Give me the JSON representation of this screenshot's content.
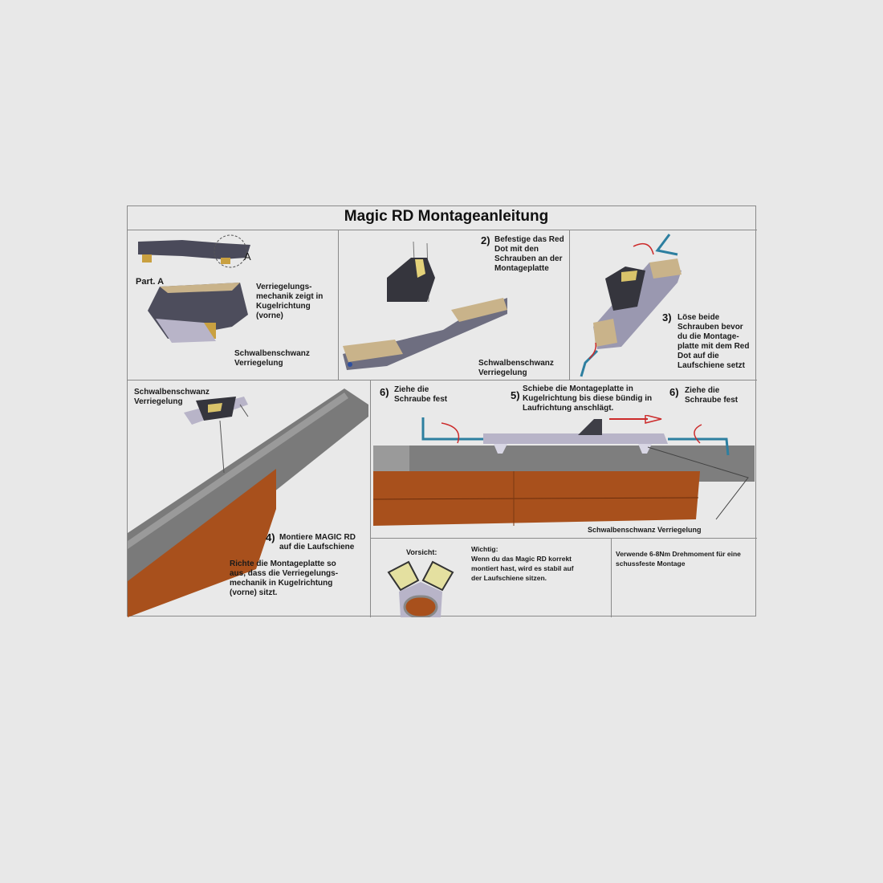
{
  "title": "Magic RD Montageanleitung",
  "panel_a": {
    "part_label": "Part. A",
    "detail_marker": "A",
    "note": "Verriegelungs-mechanik zeigt in Kugelrichtung (vorne)",
    "callout": "Schwalbenschwanz Verriegelung"
  },
  "step2": {
    "number": "2)",
    "text": "Befestige das Red Dot mit den Schrauben an der Montageplatte",
    "callout": "Schwalbenschwanz Verriegelung"
  },
  "step3": {
    "number": "3)",
    "text": "Löse beide Schrauben bevor du die Montage-platte mit dem Red Dot auf die Laufschiene setzt"
  },
  "step4": {
    "callout": "Schwalbenschwanz Verriegelung",
    "number": "4)",
    "heading": "Montiere MAGIC RD auf die Laufschiene",
    "text": "Richte die Montageplatte so aus, dass die Verriegelungs-mechanik in Kugelrichtung (vorne) sitzt."
  },
  "step5": {
    "number": "5)",
    "text": "Schiebe die Montageplatte in Kugelrichtung bis diese bündig in Laufrichtung anschlägt."
  },
  "step6_left": {
    "number": "6)",
    "text": "Ziehe die Schraube fest"
  },
  "step6_right": {
    "number": "6)",
    "text": "Ziehe die Schraube fest"
  },
  "side_callout": "Schwalbenschwanz Verriegelung",
  "caution": {
    "label": "Vorsicht:"
  },
  "important": {
    "label": "Wichtig:",
    "text": "Wenn du das Magic RD korrekt montiert hast, wird es stabil auf der Laufschiene sitzen."
  },
  "torque": {
    "text": "Verwende 6-8Nm Drehmoment für eine schussfeste Montage"
  },
  "colors": {
    "wood": "#a8501c",
    "steel": "#7a7a7a",
    "mount": "#b8b4c8",
    "brass": "#c9b38a",
    "key": "#2d7fa0",
    "arrow": "#cc2a2a"
  }
}
